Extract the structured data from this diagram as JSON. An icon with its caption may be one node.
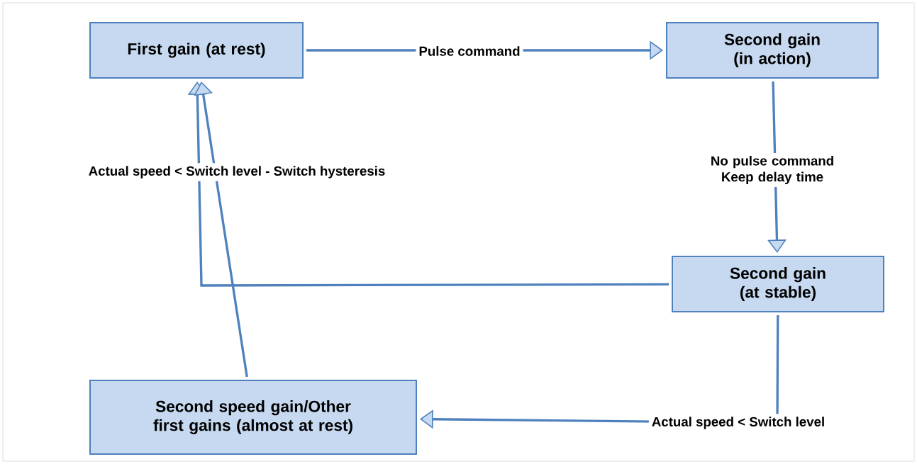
{
  "diagram": {
    "nodes": [
      {
        "text": [
          "First gain (at rest)"
        ]
      },
      {
        "text": [
          "Second gain (in action)"
        ]
      },
      {
        "text": [
          "Second gain (at stable)"
        ]
      },
      {
        "text": [
          "Second speed gain/Other first gains (almost at rest)"
        ]
      }
    ],
    "edges": [
      {
        "from": 0,
        "to": 1,
        "arrow": "to",
        "label": "Pulse command"
      },
      {
        "from": 1,
        "to": 2,
        "arrow": "to",
        "label": "No pulse command Keep delay time"
      },
      {
        "from": 2,
        "to": 0,
        "arrow": "to",
        "label": "Actual speed < Switch level - Switch hysteresis"
      },
      {
        "from": 2,
        "to": 3,
        "arrow": "to",
        "label": "Actual speed < Switch level"
      },
      {
        "from": 3,
        "to": 0,
        "arrow": "to"
      }
    ]
  }
}
